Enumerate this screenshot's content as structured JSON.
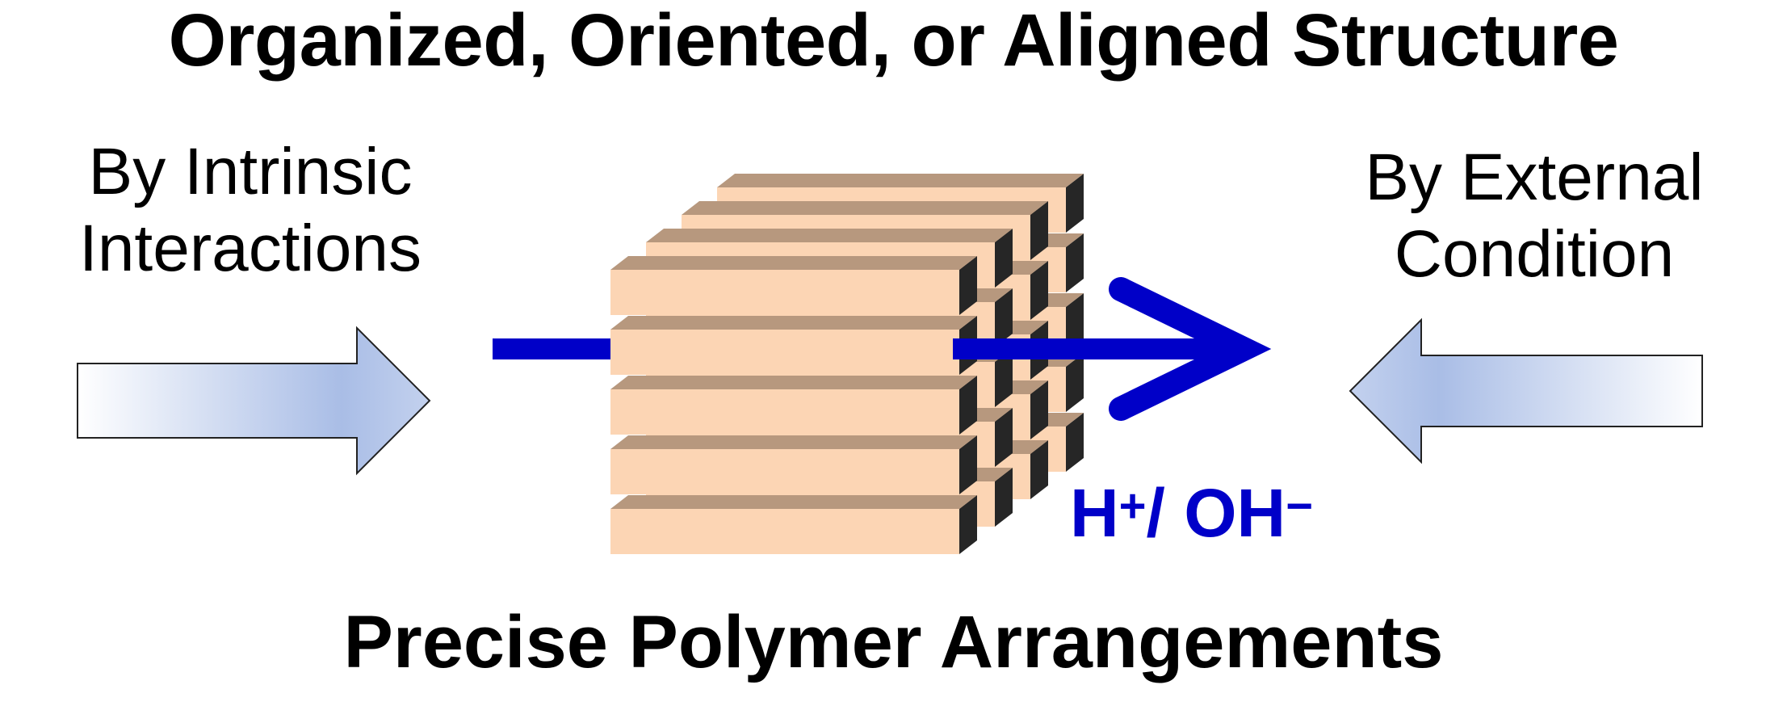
{
  "title": "Organized, Oriented, or Aligned Structure",
  "left_label": {
    "line1": "By Intrinsic",
    "line2": "Interactions"
  },
  "right_label": {
    "line1": "By External",
    "line2": "Condition"
  },
  "stimulus": {
    "h": "H",
    "h_charge": "+",
    "sep": "/ OH",
    "oh_charge": "−"
  },
  "bottom_caption": "Precise Polymer Arrangements",
  "colors": {
    "bar_front": "#fcd5b4",
    "bar_top": "#b7987e",
    "bar_end": "#262626",
    "axis_arrow": "#0000c8",
    "block_arrow_light": "#ffffff",
    "block_arrow_dark": "#a9bde6"
  },
  "icons": {
    "left_arrow": "block-arrow-right-icon",
    "right_arrow": "block-arrow-left-icon",
    "axis_arrow": "blue-arrow-right-icon"
  }
}
